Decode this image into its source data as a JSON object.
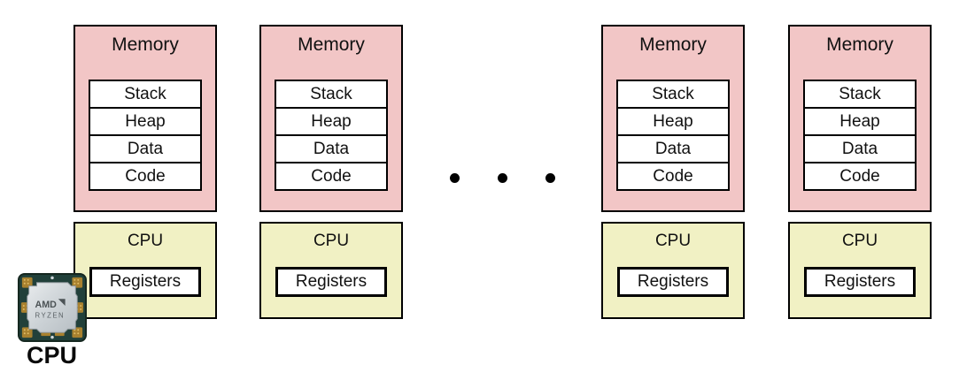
{
  "colors": {
    "memory_fill": "#f2c6c6",
    "cpu_fill": "#f1f1c4",
    "segment_fill": "#ffffff",
    "border": "#000000",
    "chip_pcb": "#21403a",
    "chip_heatspreader": "#d7dcdf",
    "chip_pads_gold": "#b78f3f"
  },
  "processes": [
    {
      "memory": {
        "title": "Memory",
        "segments": [
          "Stack",
          "Heap",
          "Data",
          "Code"
        ]
      },
      "cpu": {
        "title": "CPU",
        "registers": "Registers"
      }
    },
    {
      "memory": {
        "title": "Memory",
        "segments": [
          "Stack",
          "Heap",
          "Data",
          "Code"
        ]
      },
      "cpu": {
        "title": "CPU",
        "registers": "Registers"
      }
    },
    {
      "memory": {
        "title": "Memory",
        "segments": [
          "Stack",
          "Heap",
          "Data",
          "Code"
        ]
      },
      "cpu": {
        "title": "CPU",
        "registers": "Registers"
      }
    },
    {
      "memory": {
        "title": "Memory",
        "segments": [
          "Stack",
          "Heap",
          "Data",
          "Code"
        ]
      },
      "cpu": {
        "title": "CPU",
        "registers": "Registers"
      }
    }
  ],
  "ellipsis": {
    "dot_count": 3
  },
  "chip": {
    "brand": "AMD",
    "series": "RYZEN",
    "caption": "CPU"
  }
}
